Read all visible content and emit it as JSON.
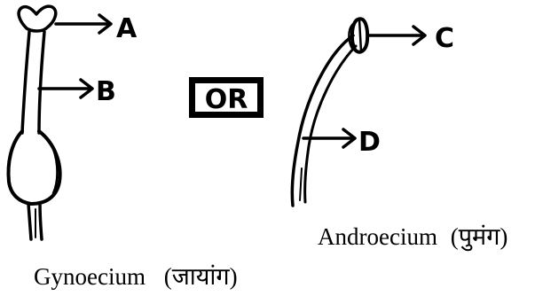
{
  "labels": {
    "a": "A",
    "b": "B",
    "c": "C",
    "d": "D"
  },
  "or_box": "OR",
  "captions": {
    "gynoecium": "Gynoecium",
    "gynoecium_hindi": "(जायांग)",
    "androecium": "Androecium",
    "androecium_hindi": "(पुमंग)"
  },
  "colors": {
    "ink": "#000000",
    "background": "#ffffff"
  }
}
